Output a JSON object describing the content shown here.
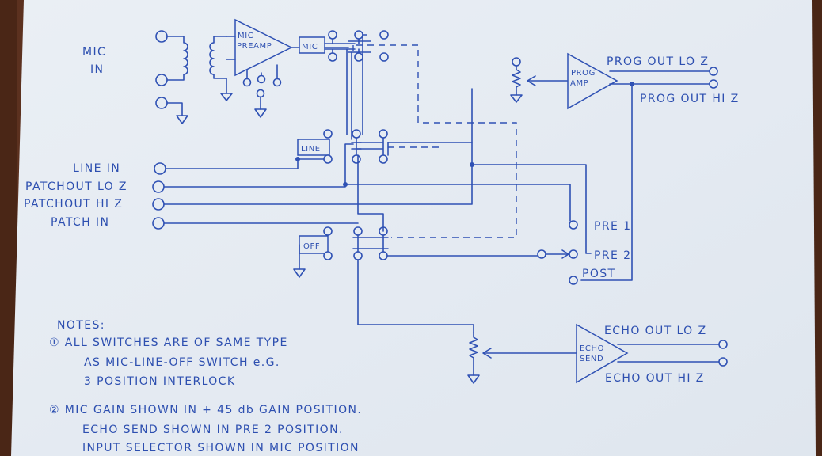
{
  "diagram": {
    "inputs": {
      "mic_in": [
        "MIC",
        "IN"
      ],
      "line_in": "LINE IN",
      "patch_out_lo_z": "PATCHOUT LO Z",
      "patch_out_hi_z": "PATCHOUT HI Z",
      "patch_in": "PATCH IN"
    },
    "blocks": {
      "mic_preamp": [
        "MIC",
        "PREAMP"
      ],
      "prog_amp": [
        "PROG",
        "AMP"
      ],
      "echo_send": [
        "ECHO",
        "SEND"
      ]
    },
    "switches": {
      "mic": "MIC",
      "line": "LINE",
      "off": "OFF"
    },
    "outputs": {
      "prog_out_lo_z": "PROG OUT LO Z",
      "prog_out_hi_z": "PROG OUT HI Z",
      "echo_out_lo_z": "ECHO OUT LO Z",
      "echo_out_hi_z": "ECHO OUT HI Z"
    },
    "echo_selector": {
      "pre1": "PRE 1",
      "pre2": "PRE 2",
      "post": "POST"
    }
  },
  "notes": {
    "heading": "NOTES:",
    "note1": [
      "① ALL SWITCHES ARE OF SAME TYPE",
      "AS MIC-LINE-OFF SWITCH e.G.",
      "3 POSITION INTERLOCK"
    ],
    "note2": [
      "② MIC GAIN SHOWN IN + 45 db GAIN POSITION.",
      "ECHO SEND SHOWN IN PRE 2 POSITION.",
      "INPUT SELECTOR SHOWN IN MIC POSITION"
    ]
  },
  "colors": {
    "ink": "#2f51b4",
    "paper": "#e6ecf3",
    "wood": "#5a2f1e"
  }
}
